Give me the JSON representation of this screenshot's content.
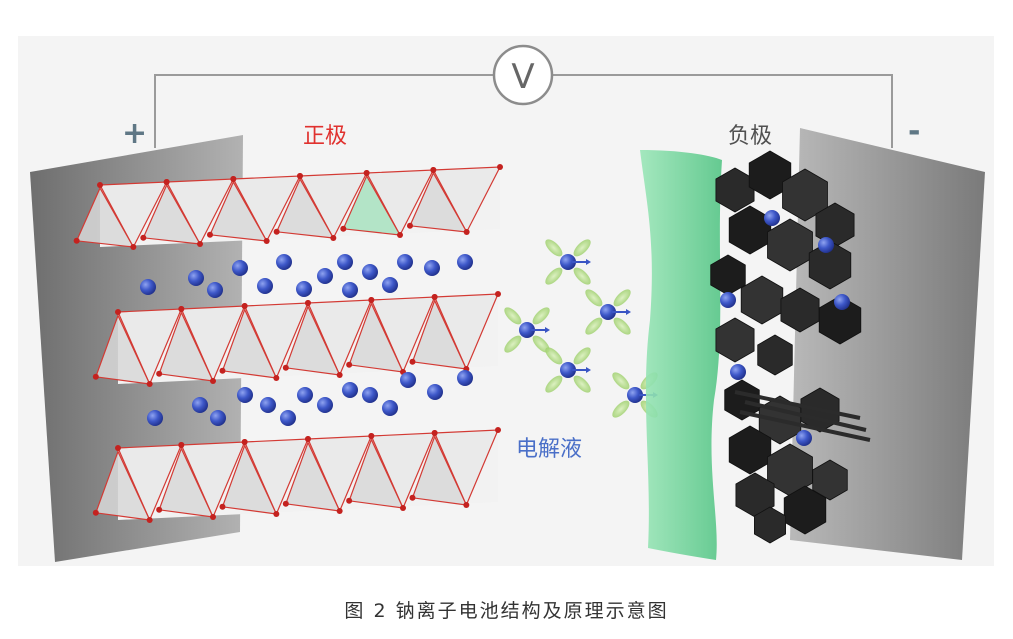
{
  "labels": {
    "positive_sign": "+",
    "negative_sign": "-",
    "voltmeter": "V",
    "cathode": "正极",
    "anode": "负极",
    "electrolyte": "电解液"
  },
  "caption": "图 2  钠离子电池结构及原理示意图",
  "colors": {
    "background_panel": "#f3f3f3",
    "electrode_plate": "#8a8a8a",
    "lattice_edge": "#d33a34",
    "lattice_face": "#eeeeee",
    "sodium_ion": "#3a55c4",
    "separator": "#6fd49a",
    "graphite": "#1f1f1f",
    "solvent_shell": "#b8dc92",
    "wire": "#9a9a9a"
  },
  "icons": [
    "voltmeter-icon",
    "sodium-ion-icon",
    "solvated-ion-icon"
  ]
}
